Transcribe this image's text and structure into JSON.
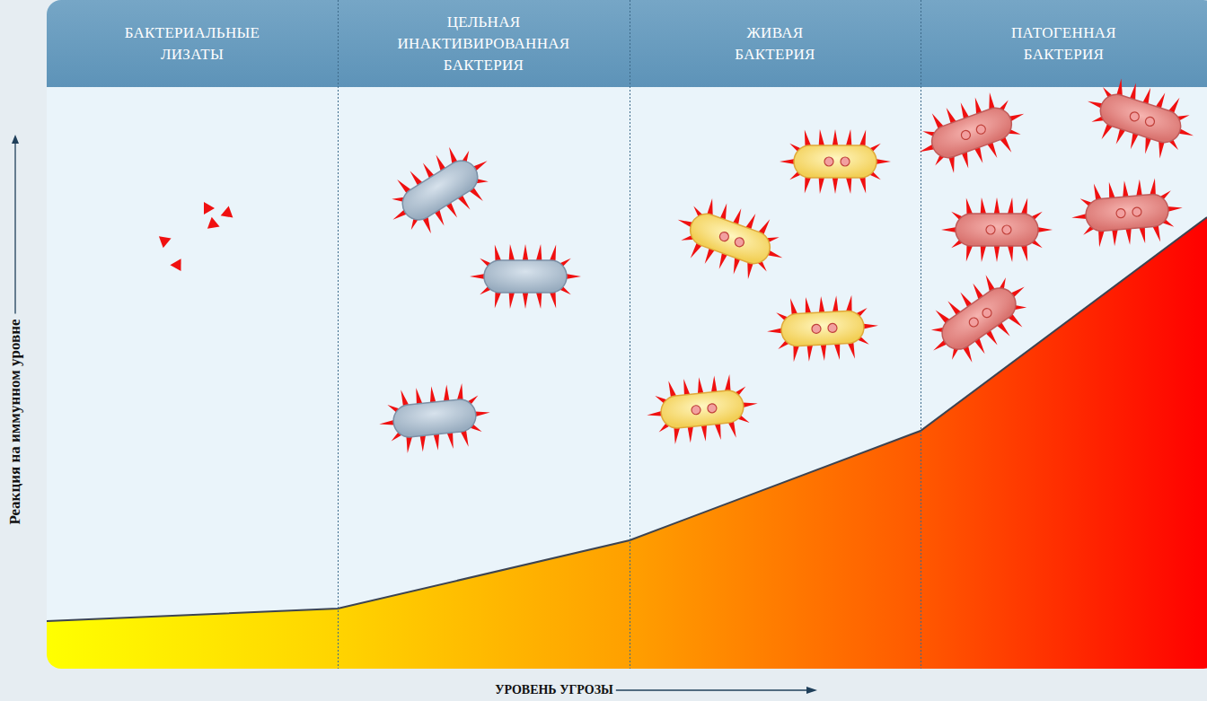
{
  "diagram": {
    "nodes": [
      {
        "text": [
          "БАКТЕРИАЛЬНЫЕ ЛИЗАТЫ"
        ]
      },
      {
        "text": [
          "ЦЕЛЬНАЯ ИНАКТИВИРОВАННАЯ БАКТЕРИЯ"
        ]
      },
      {
        "text": [
          "ЖИВАЯ БАКТЕРИЯ"
        ]
      },
      {
        "text": [
          "ПАТОГЕННАЯ БАКТЕРИЯ"
        ]
      }
    ],
    "labels": [
      "Реакция на иммунном уровне",
      "УРОВЕНЬ УГРОЗЫ"
    ]
  }
}
